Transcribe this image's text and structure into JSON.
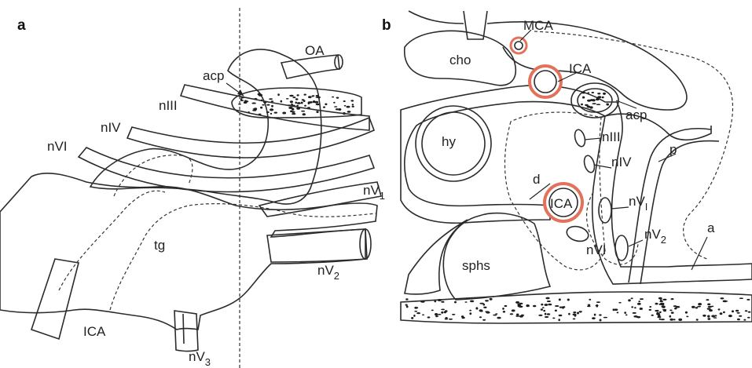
{
  "panels": {
    "a": {
      "letter": "a",
      "labels": {
        "oa": "OA",
        "acp": "acp",
        "n3": "nIII",
        "n4": "nIV",
        "n6": "nVI",
        "tg": "tg",
        "ica": "ICA",
        "v1_main": "nV",
        "v1_sub": "1",
        "v2_main": "nV",
        "v2_sub": "2",
        "v3_main": "nV",
        "v3_sub": "3"
      }
    },
    "b": {
      "letter": "b",
      "labels": {
        "mca": "MCA",
        "cho": "cho",
        "ica_top": "ICA",
        "acp": "acp",
        "hy": "hy",
        "n3": "nIII",
        "n4": "nIV",
        "p": "p",
        "d": "d",
        "ica_mid": "ICA",
        "v1_main": "nV",
        "v1_sub": "I",
        "n6": "nVI",
        "v2_main": "nV",
        "v2_sub": "2",
        "a": "a",
        "sphs": "sphs"
      }
    }
  },
  "colors": {
    "artery": "#e2725b",
    "nerve": "#f2b7a5",
    "ganglion": "#f9ddd3",
    "sinus_wall": "#d9d9d9",
    "bone_dot": "#1e1e1e"
  }
}
